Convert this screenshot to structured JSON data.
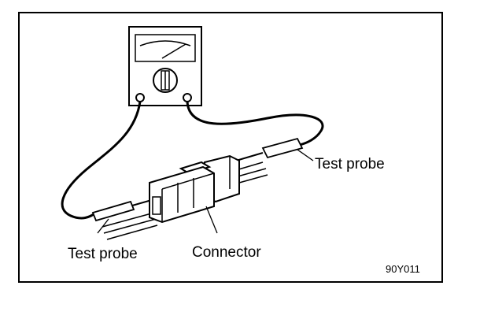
{
  "figure": {
    "labels": {
      "test_probe_right": "Test probe",
      "test_probe_left": "Test probe",
      "connector": "Connector"
    },
    "figure_code": "90Y011"
  }
}
